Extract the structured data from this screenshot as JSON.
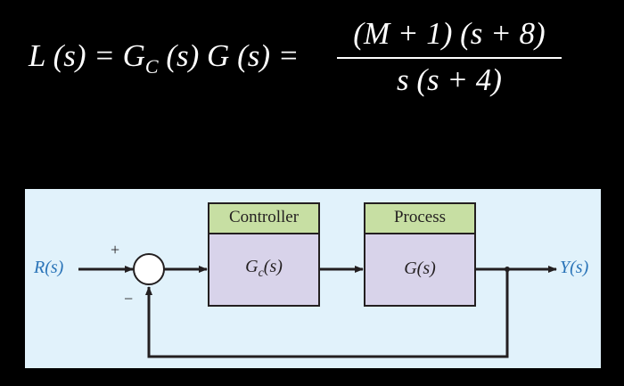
{
  "equation": {
    "lhs": "L (s) = G",
    "lhs_sub": "C",
    "lhs_rest": " (s) G (s) =",
    "numerator": "(M + 1) (s + 8)",
    "denominator": "s (s + 4)"
  },
  "diagram": {
    "controller": {
      "header": "Controller",
      "body": "G",
      "body_sub": "c",
      "body_rest": "(s)"
    },
    "process": {
      "header": "Process",
      "body": "G(s)"
    },
    "input_label": "R(s)",
    "output_label": "Y(s)",
    "plus_sign": "+",
    "minus_sign": "−"
  },
  "colors": {
    "background": "#000000",
    "panel": "#e1f2fb",
    "header_fill": "#c7dfa3",
    "block_fill": "#d8d3ea",
    "signal_label": "#2a74b8",
    "line": "#231f20"
  }
}
